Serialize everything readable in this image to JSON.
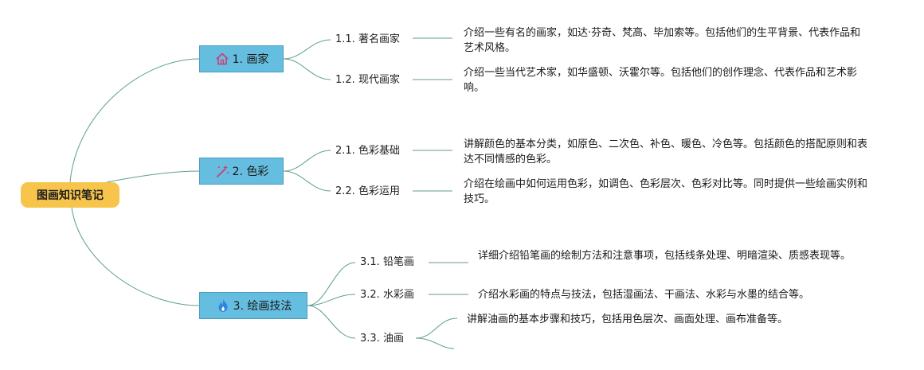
{
  "root": {
    "label": "图画知识笔记"
  },
  "branches": [
    {
      "label": "1. 画家",
      "icon": "house-icon",
      "icon_color": "#d23a6e",
      "children": [
        {
          "label": "1.1. 著名画家",
          "note": "介绍一些有名的画家，如达·芬奇、梵高、毕加索等。包括他们的生平背景、代表作品和艺术风格。"
        },
        {
          "label": "1.2. 现代画家",
          "note": "介绍一些当代艺术家，如华盛顿、沃霍尔等。包括他们的创作理念、代表作品和艺术影响。"
        }
      ]
    },
    {
      "label": "2. 色彩",
      "icon": "magic-wand-icon",
      "icon_color": "#d23a6e",
      "children": [
        {
          "label": "2.1. 色彩基础",
          "note": "讲解颜色的基本分类，如原色、二次色、补色、暖色、冷色等。包括颜色的搭配原则和表达不同情感的色彩。"
        },
        {
          "label": "2.2. 色彩运用",
          "note": "介绍在绘画中如何运用色彩，如调色、色彩层次、色彩对比等。同时提供一些绘画实例和技巧。"
        }
      ]
    },
    {
      "label": "3. 绘画技法",
      "icon": "flame-icon",
      "icon_color": "#2b86e0",
      "children": [
        {
          "label": "3.1. 铅笔画",
          "note": "详细介绍铅笔画的绘制方法和注意事项，包括线条处理、明暗渲染、质感表现等。"
        },
        {
          "label": "3.2. 水彩画",
          "note": "介绍水彩画的特点与技法，包括湿画法、干画法、水彩与水墨的结合等。"
        },
        {
          "label": "3.3. 油画",
          "note": "讲解油画的基本步骤和技巧，包括用色层次、画面处理、画布准备等。"
        }
      ]
    }
  ],
  "colors": {
    "root_fill": "#f7c54b",
    "branch_fill": "#65bde0",
    "connector": "#5f9f8e"
  }
}
